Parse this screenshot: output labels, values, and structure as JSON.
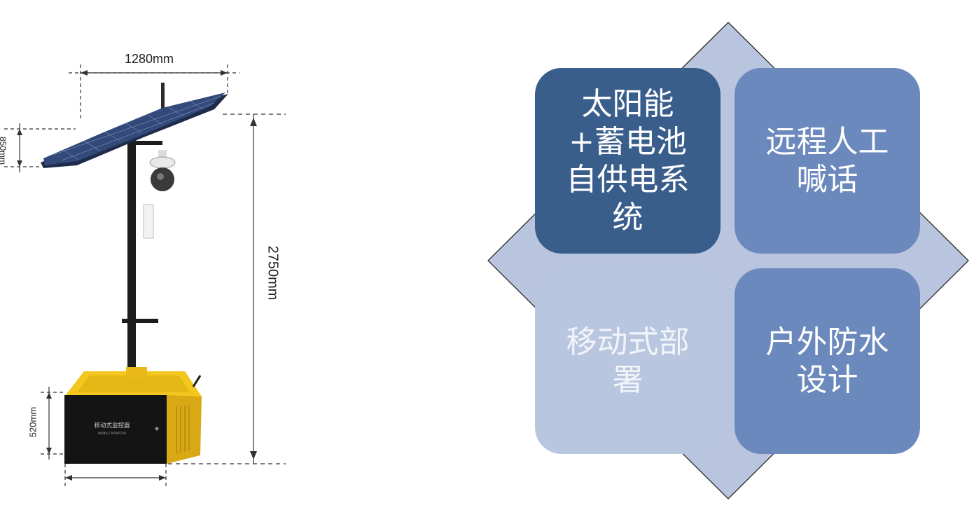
{
  "product": {
    "dimensions": {
      "width": "1280mm",
      "panel_height": "850mm",
      "total_height": "2750mm",
      "box_height": "520mm"
    },
    "box_label": {
      "title": "移动式监控器",
      "subtitle": "MOBILE MONITOR"
    }
  },
  "features": [
    {
      "text": "太阳能+蓄电池自供电系统"
    },
    {
      "text": "远程人工喊话"
    },
    {
      "text": "移动式部署"
    },
    {
      "text": "户外防水设计"
    }
  ],
  "colors": {
    "diamond_fill": "#b9c5de",
    "tile_dark": "#3a5e8c",
    "tile_medium": "#6b89bd",
    "tile_light": "#b8c6e0",
    "box_yellow": "#f4c71e",
    "box_front": "#141414",
    "pole": "#1c1c1c",
    "panel": "#28395e"
  }
}
